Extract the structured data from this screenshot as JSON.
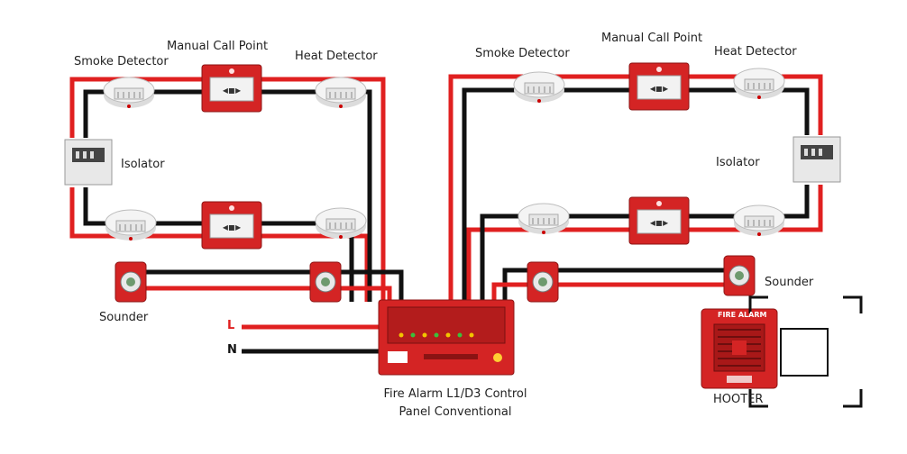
{
  "labels": {
    "smoke_detector_left": "Smoke Detector",
    "manual_call_point_left": "Manual Call Point",
    "heat_detector_left": "Heat Detector",
    "isolator_left": "Isolator",
    "sounder_left": "Sounder",
    "smoke_detector_right": "Smoke Detector",
    "manual_call_point_right": "Manual Call Point",
    "heat_detector_right": "Heat Detector",
    "isolator_right": "Isolator",
    "sounder_right": "Sounder",
    "panel_line1": "Fire Alarm L1/D3 Control",
    "panel_line2": "Panel Conventional",
    "hooter": "HOOTER",
    "hooter_top": "FIRE ALARM",
    "wire_live": "L",
    "wire_neutral": "N"
  },
  "colors": {
    "wire_red": "#e02020",
    "wire_black": "#111111",
    "device_red": "#d42424",
    "detector_white": "#f2f2f2"
  }
}
